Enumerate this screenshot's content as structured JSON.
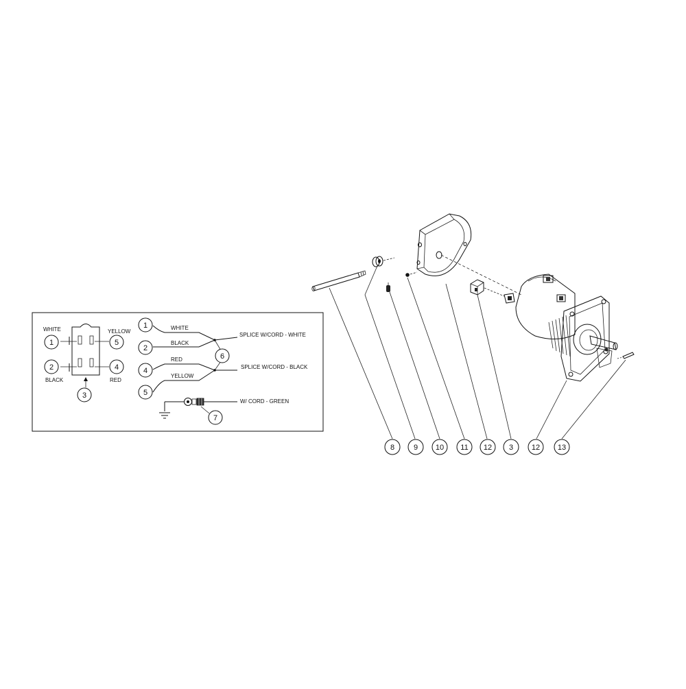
{
  "wiring": {
    "connector": {
      "white": "WHITE",
      "yellow": "YELLOW",
      "black": "BLACK",
      "red": "RED",
      "balloons": [
        "1",
        "5",
        "2",
        "4",
        "3"
      ]
    },
    "splice": {
      "wires": [
        "WHITE",
        "BLACK",
        "RED",
        "YELLOW"
      ],
      "balloons": [
        "1",
        "2",
        "4",
        "5",
        "6",
        "7"
      ],
      "white_splice": "SPLICE W/CORD - WHITE",
      "black_splice": "SPLICE W/CORD - BLACK",
      "green": "W/ CORD - GREEN"
    }
  },
  "callouts": [
    "8",
    "9",
    "10",
    "11",
    "12",
    "3",
    "12",
    "13"
  ]
}
